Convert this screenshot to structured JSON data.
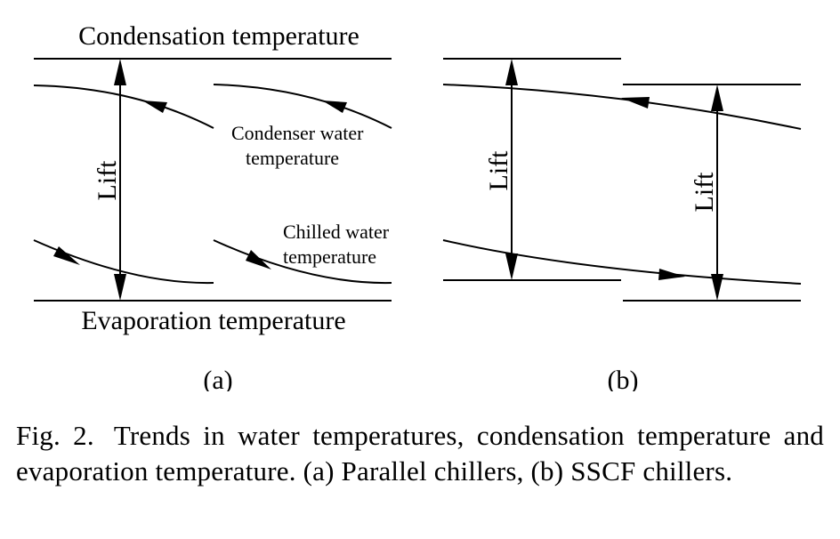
{
  "panel_a": {
    "condensation_label": "Condensation temperature",
    "evaporation_label": "Evaporation temperature",
    "lift_label": "Lift",
    "condenser_water_label_line1": "Condenser water",
    "condenser_water_label_line2": "temperature",
    "chilled_water_label_line1": "Chilled water",
    "chilled_water_label_line2": "temperature",
    "sublabel": "(a)"
  },
  "panel_b": {
    "lift_label_1": "Lift",
    "lift_label_2": "Lift",
    "sublabel": "(b)"
  },
  "caption": {
    "figure_number": "Fig. 2.",
    "text": "Trends in water temperatures, condensation temperature and evaporation temperature. (a) Parallel chillers, (b) SSCF chillers."
  }
}
